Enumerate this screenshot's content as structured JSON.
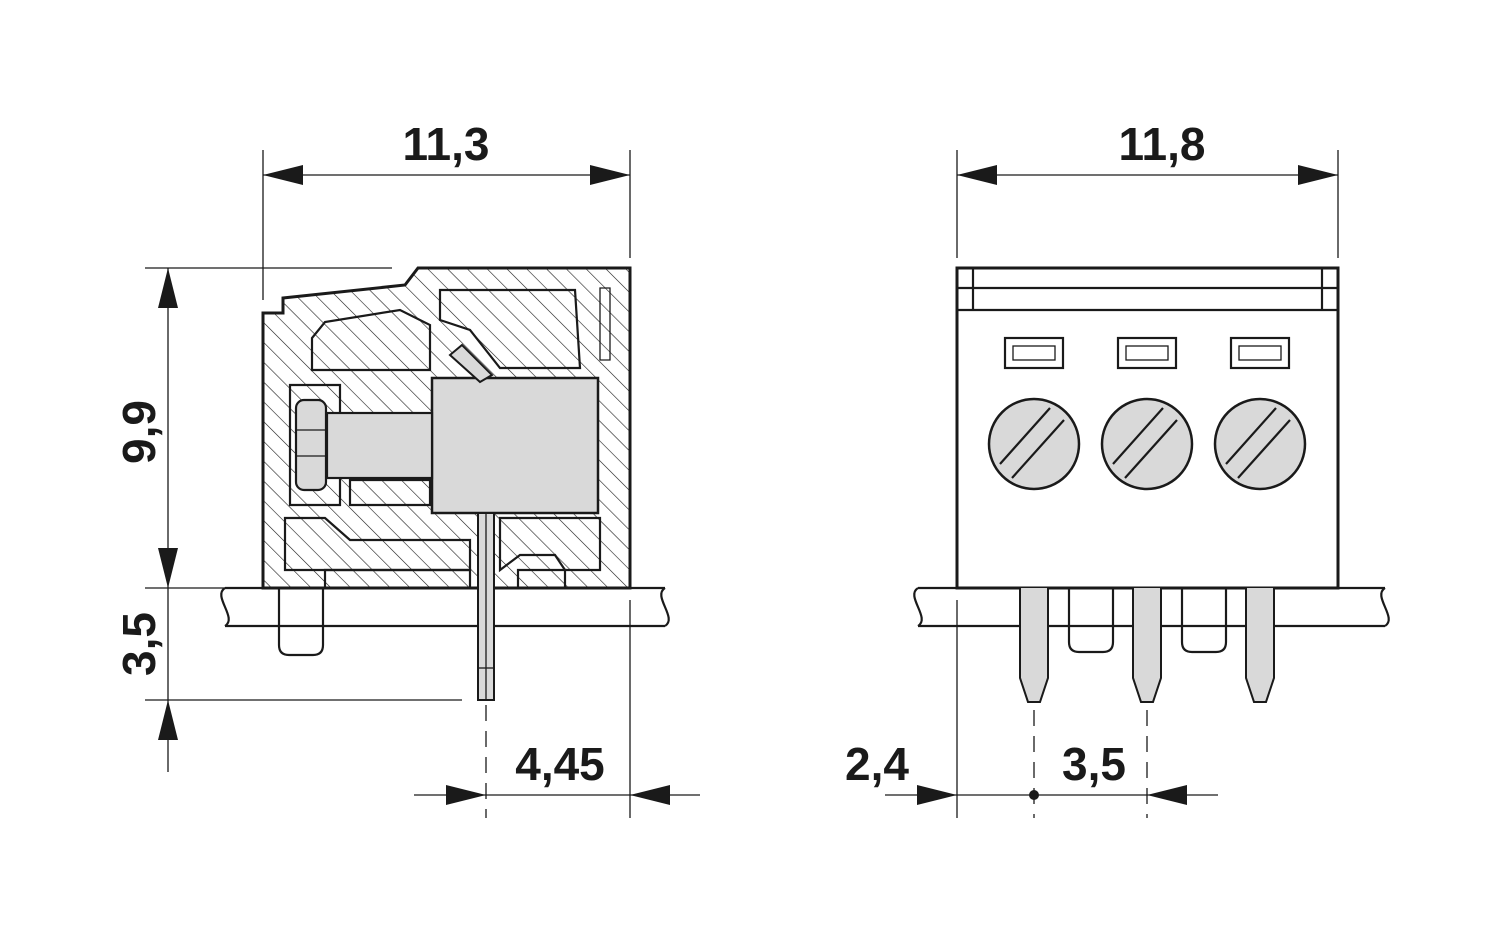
{
  "dimensions": {
    "side_width": "11,3",
    "front_width": "11,8",
    "height": "9,9",
    "pin_length": "3,5",
    "pin_offset": "4,45",
    "edge_offset": "2,4",
    "pitch": "3,5"
  },
  "front_view": {
    "pole_count": 3
  },
  "colors": {
    "line": "#1a1a1a",
    "fill_gray": "#d9d9d9",
    "board_fill": "#ffffff"
  }
}
